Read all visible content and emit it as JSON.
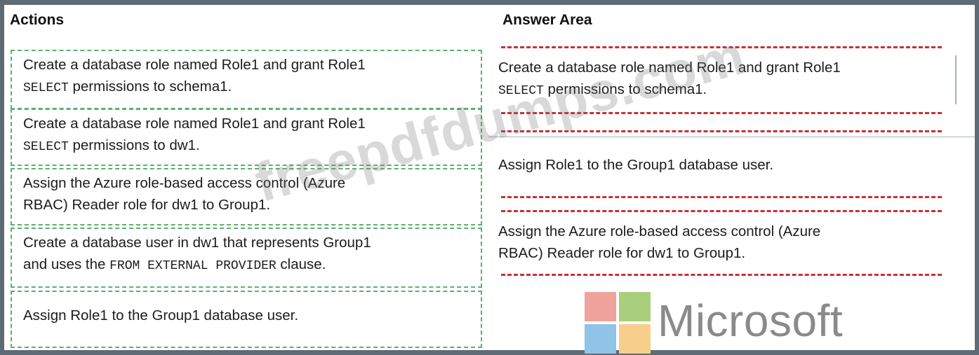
{
  "actions": {
    "heading": "Actions",
    "items": [
      {
        "line1": "Create a database role named Role1 and grant Role1",
        "code": "SELECT",
        "rest": " permissions to schema1."
      },
      {
        "line1": "Create a database role named Role1 and grant Role1",
        "code": "SELECT",
        "rest": " permissions to dw1."
      },
      {
        "line1": "Assign the Azure role-based access control (Azure",
        "pre": "RBAC) Reader role for dw1 to Group1."
      },
      {
        "line1": "Create a database user in dw1 that represents Group1",
        "pre": "and uses the ",
        "code": "FROM EXTERNAL PROVIDER",
        "rest": " clause."
      },
      {
        "line1": "Assign Role1 to the Group1 database user."
      }
    ]
  },
  "answer": {
    "heading": "Answer Area",
    "slots": [
      {
        "line1": "Create a database role named Role1 and grant Role1",
        "code": "SELECT",
        "rest": " permissions to schema1."
      },
      {
        "line1": "Assign Role1 to the Group1 database user."
      },
      {
        "line1": "Assign the Azure role-based access control (Azure",
        "line2": "RBAC) Reader role for dw1 to Group1."
      }
    ]
  },
  "watermark": "freepdfdumps.com",
  "logo": {
    "text": "Microsoft",
    "colors": [
      "#f0a39b",
      "#a9cf7d",
      "#8fc3e8",
      "#f7cf8a"
    ]
  }
}
